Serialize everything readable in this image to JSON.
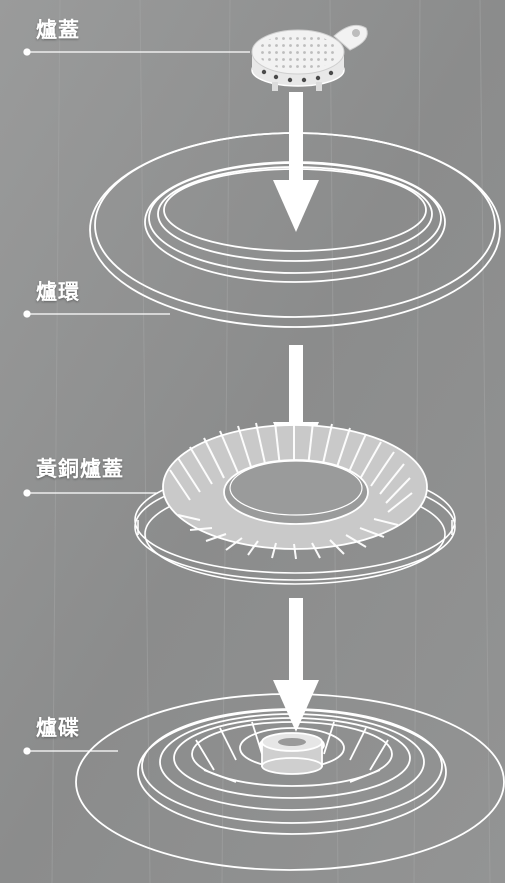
{
  "colors": {
    "background": "#8f9090",
    "line": "#ffffff",
    "arrow": "#ffffff"
  },
  "components": [
    {
      "label": "爐蓋",
      "icon": "burner-cap-icon"
    },
    {
      "label": "爐環",
      "icon": "burner-ring-icon"
    },
    {
      "label": "黃銅爐蓋",
      "icon": "brass-burner-cap-icon"
    },
    {
      "label": "爐碟",
      "icon": "burner-base-plate-icon"
    }
  ]
}
